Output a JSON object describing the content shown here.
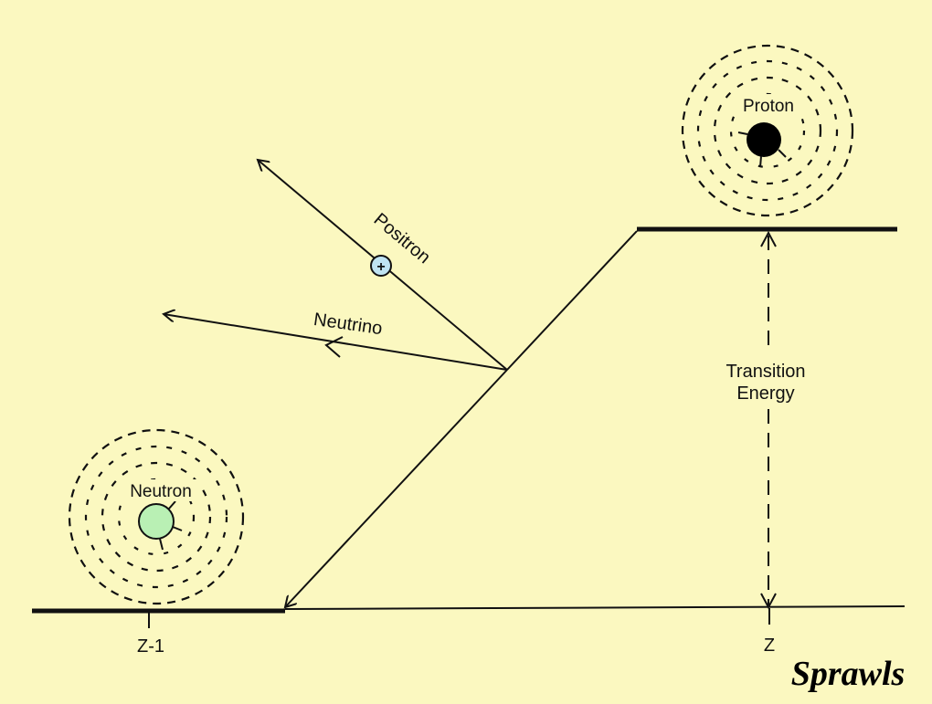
{
  "diagram": {
    "labels": {
      "positron": "Positron",
      "neutrino": "Neutrino",
      "proton": "Proton",
      "neutron": "Neutron",
      "transition_line1": "Transition",
      "transition_line2": "Energy",
      "z_minus_1": "Z-1",
      "z": "Z",
      "positron_symbol": "+"
    },
    "signature": "Sprawls",
    "colors": {
      "background": "#fbf8c0",
      "ink": "#111111",
      "positron_fill": "#bfe3f2",
      "neutron_fill": "#b9f0b4",
      "proton_fill": "#000000"
    }
  }
}
